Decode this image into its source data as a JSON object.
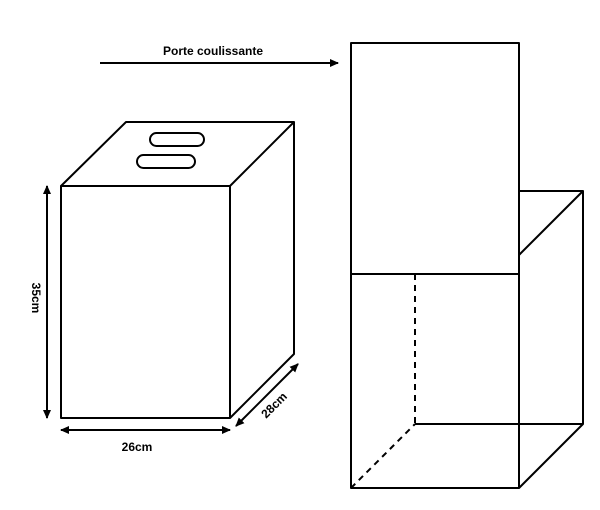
{
  "labels": {
    "sliding_door": "Porte coulissante",
    "height": "35cm",
    "width": "26cm",
    "depth": "28cm"
  },
  "colors": {
    "stroke": "#000000",
    "background": "#ffffff"
  }
}
